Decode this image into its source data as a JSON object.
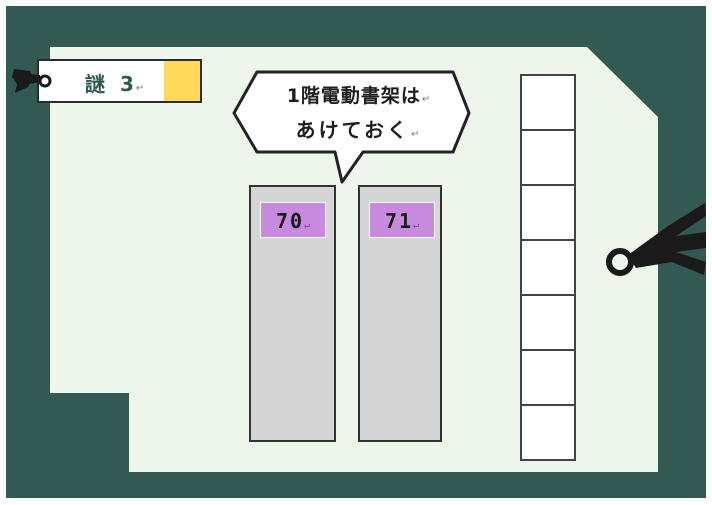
{
  "tag": {
    "label": "謎",
    "number": "3",
    "return_mark": "↵"
  },
  "speech_bubble": {
    "line1": "1階電動書架は",
    "line2": "あけておく",
    "return_mark": "↵"
  },
  "shelves": [
    {
      "label": "70",
      "return_mark": "↵"
    },
    {
      "label": "71",
      "return_mark": "↵"
    }
  ],
  "locker": {
    "cell_count": 7
  },
  "colors": {
    "background_dark": "#335a52",
    "floor": "#eef5ea",
    "shelf_gray": "#d5d5d5",
    "label_purple": "#c78adf",
    "tag_yellow": "#ffd95a",
    "cord": "#1a1a1a"
  },
  "icons": [
    "key-cord-icon",
    "rope-knot-icon"
  ]
}
